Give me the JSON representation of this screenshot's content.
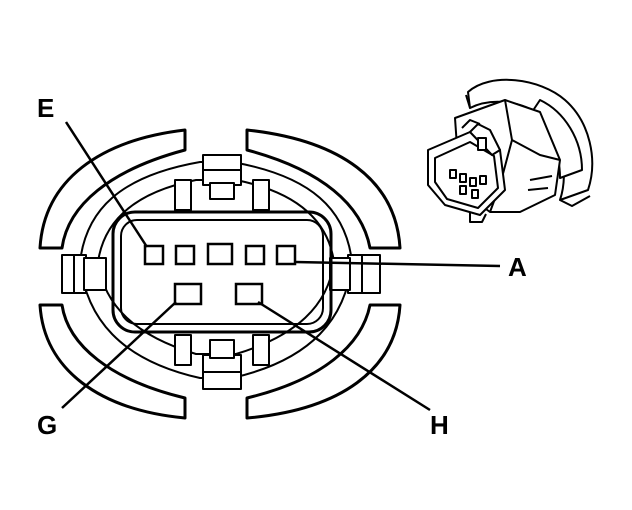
{
  "diagram": {
    "callouts": {
      "e": "E",
      "a": "A",
      "g": "G",
      "h": "H"
    },
    "colors": {
      "ink": "#000000",
      "paper": "#ffffff"
    }
  }
}
